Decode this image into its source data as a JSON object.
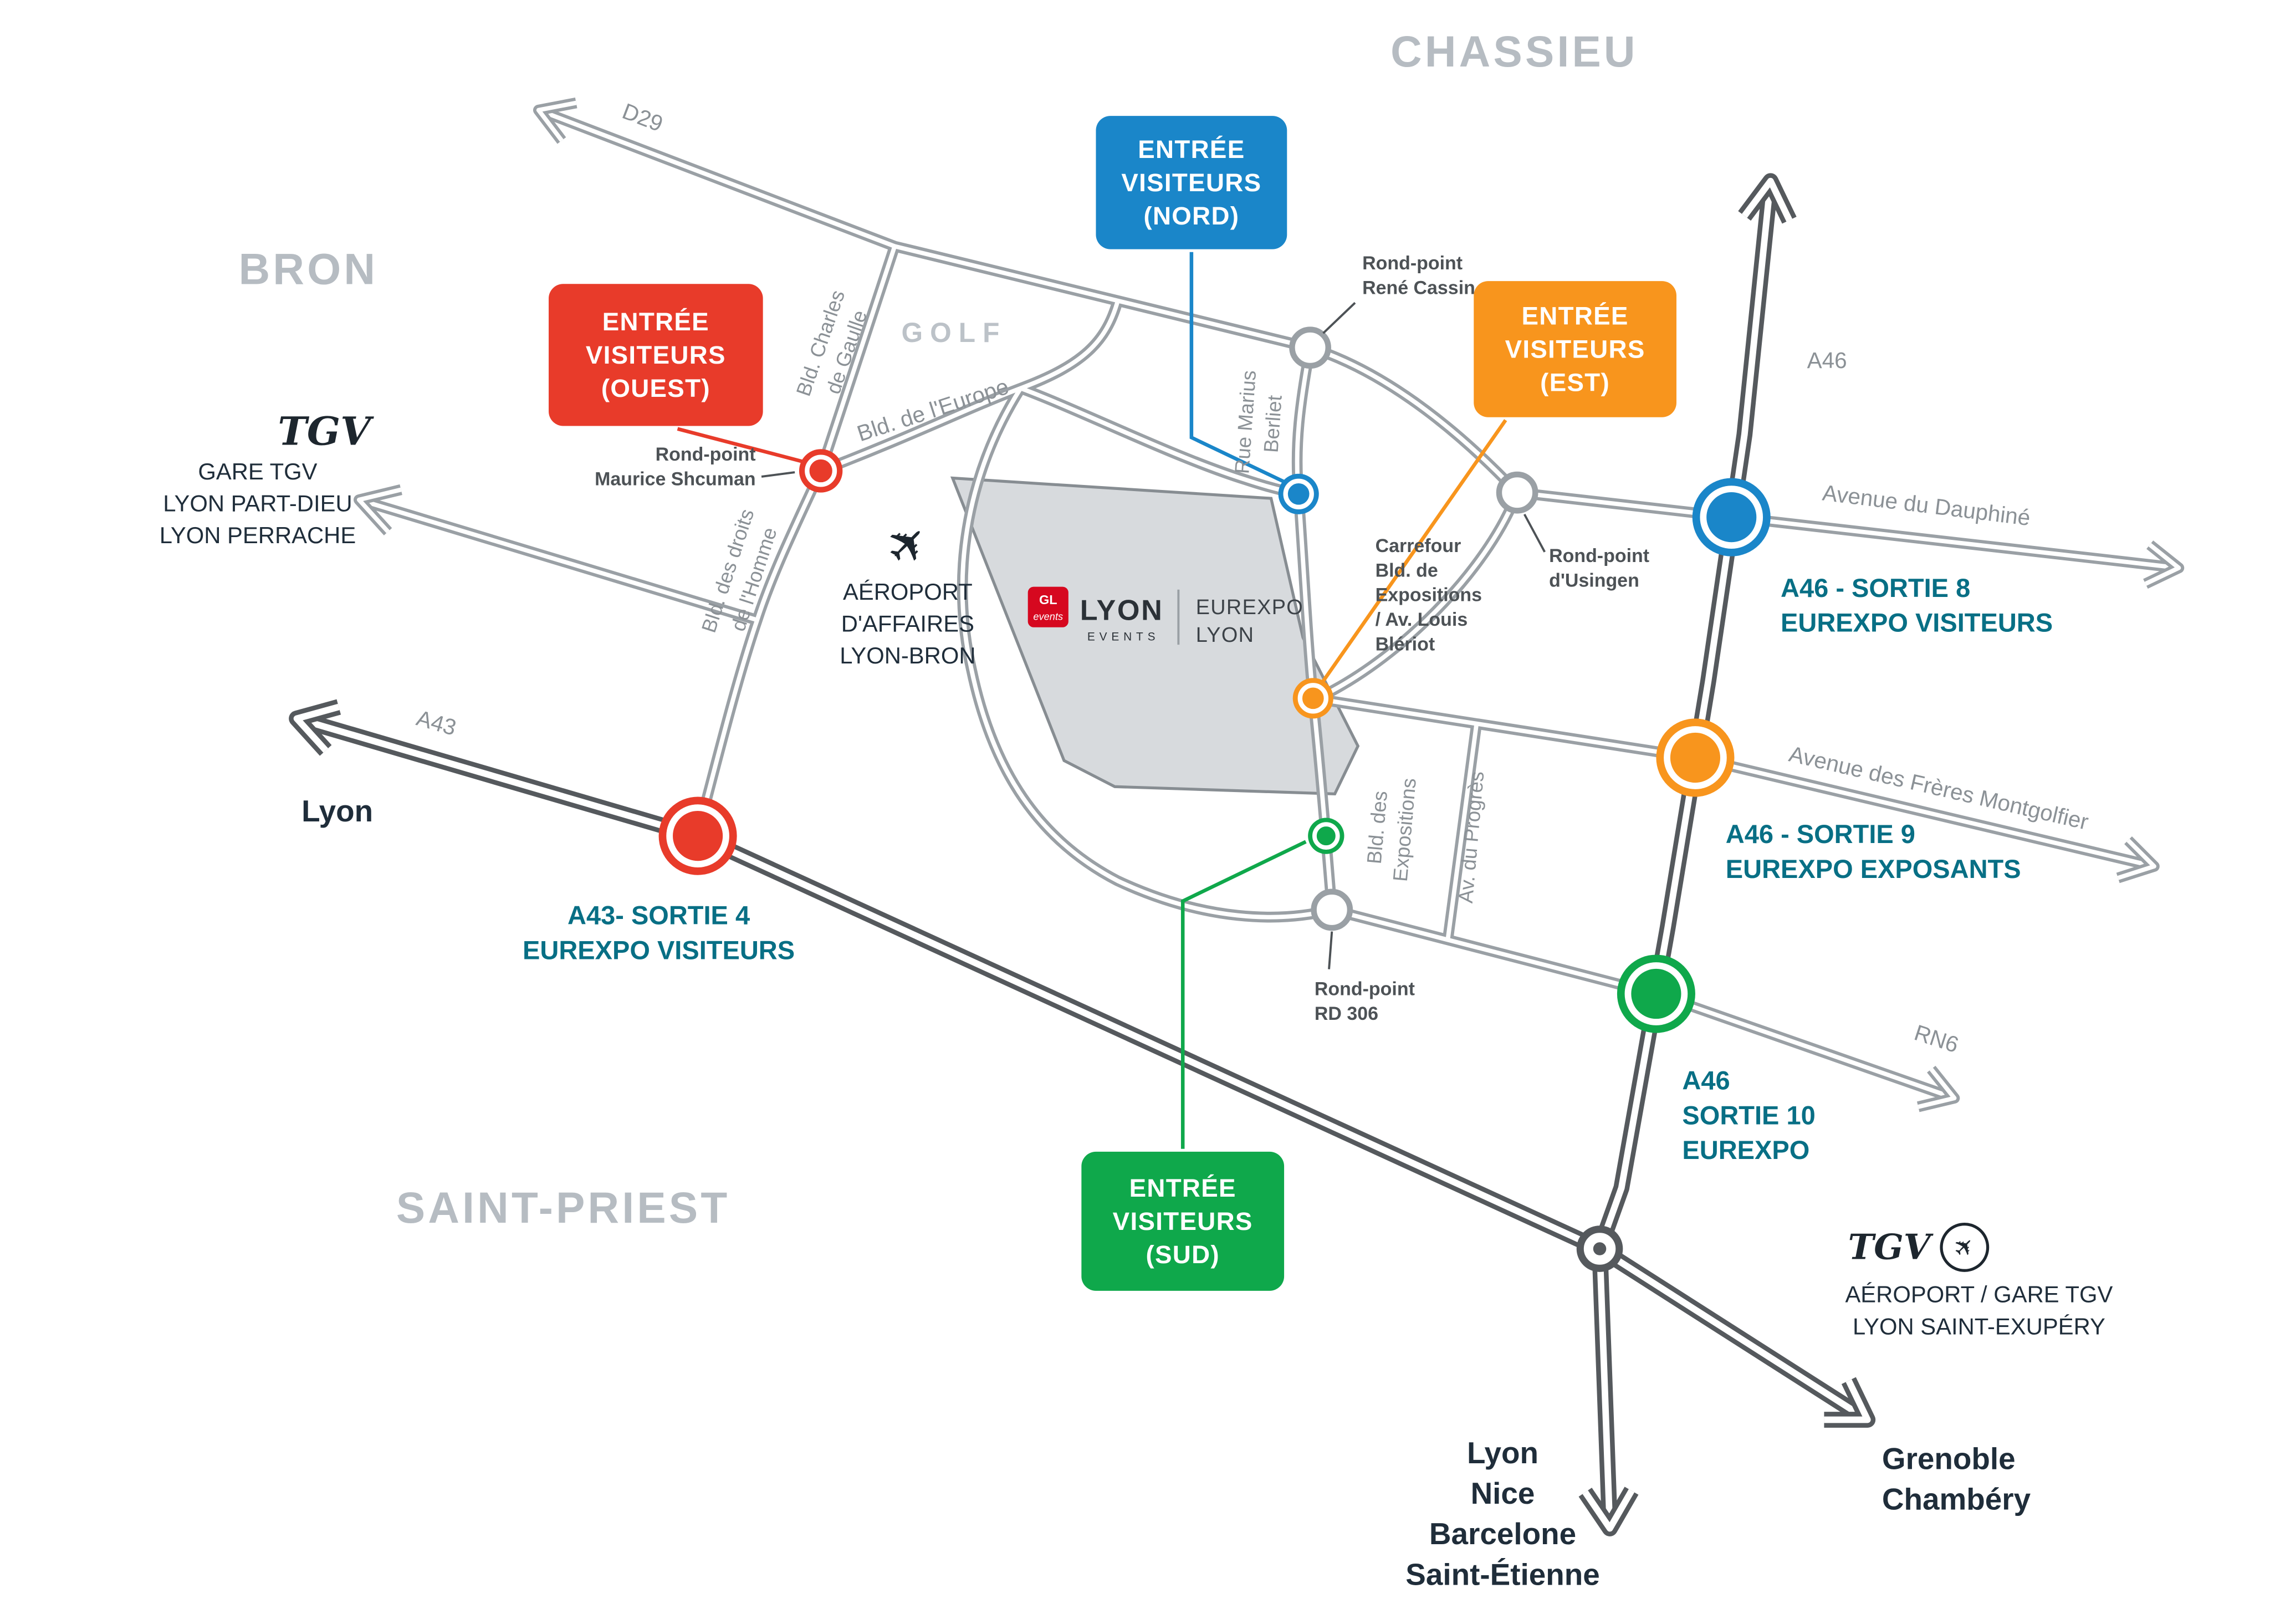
{
  "colors": {
    "entrance_nord": "#1a86c9",
    "entrance_ouest": "#e83b2a",
    "entrance_est": "#f8951d",
    "entrance_sud": "#0fa84b",
    "exit_label": "#086f85",
    "highway": "#55595d",
    "road": "#9aa0a5",
    "city_label": "#b6bcc2",
    "site_fill": "#d7dadd"
  },
  "cities": {
    "chassieu": "CHASSIEU",
    "bron": "BRON",
    "saint_priest": "SAINT-PRIEST",
    "golf": "GOLF"
  },
  "entrances": {
    "nord": {
      "l1": "ENTRÉE",
      "l2": "VISITEURS",
      "l3": "(NORD)"
    },
    "ouest": {
      "l1": "ENTRÉE",
      "l2": "VISITEURS",
      "l3": "(OUEST)"
    },
    "est": {
      "l1": "ENTRÉE",
      "l2": "VISITEURS",
      "l3": "(EST)"
    },
    "sud": {
      "l1": "ENTRÉE",
      "l2": "VISITEURS",
      "l3": "(SUD)"
    }
  },
  "exits": {
    "sortie8": {
      "l1": "A46 - SORTIE 8",
      "l2": "EUREXPO VISITEURS"
    },
    "sortie9": {
      "l1": "A46 - SORTIE 9",
      "l2": "EUREXPO EXPOSANTS"
    },
    "sortie10": {
      "l1": "A46",
      "l2": "SORTIE 10",
      "l3": "EUREXPO"
    },
    "sortie4": {
      "l1": "A43- SORTIE 4",
      "l2": "EUREXPO VISITEURS"
    }
  },
  "roads": {
    "d29": "D29",
    "a46": "A46",
    "a43": "A43",
    "rn6": "RN6",
    "dauphine": "Avenue du Dauphiné",
    "montgolfier": "Avenue des Frères Montgolfier",
    "europe": "Bld. de l'Europe",
    "gaulle_l1": "Bld. Charles",
    "gaulle_l2": "de Gaulle",
    "droits_l1": "Bld. des droits",
    "droits_l2": "de l'Homme",
    "berliet_l1": "Rue Marius",
    "berliet_l2": "Berliet",
    "expositions_l1": "Bld. des",
    "expositions_l2": "Expositions",
    "progres": "Av. du Progrès"
  },
  "junctions": {
    "cassin_l1": "Rond-point",
    "cassin_l2": "René Cassin",
    "schuman_l1": "Rond-point",
    "schuman_l2": "Maurice Shcuman",
    "usingen_l1": "Rond-point",
    "usingen_l2": "d'Usingen",
    "rd306_l1": "Rond-point",
    "rd306_l2": "RD 306",
    "carrefour": [
      "Carrefour",
      "Bld. de",
      "Expositions",
      "/ Av. Louis",
      "Blériot"
    ]
  },
  "transport": {
    "tgv_logo": "TGV",
    "gare_tgv": [
      "GARE TGV",
      "LYON PART-DIEU",
      "LYON PERRACHE"
    ],
    "aeroport_bron": [
      "AÉROPORT",
      "D'AFFAIRES",
      "LYON-BRON"
    ],
    "plane_icon": "✈",
    "exupery_l1": "AÉROPORT / GARE TGV",
    "exupery_l2": "LYON SAINT-EXUPÉRY"
  },
  "destinations": {
    "lyon_west": "Lyon",
    "south": [
      "Lyon",
      "Nice",
      "Barcelone",
      "Saint-Étienne"
    ],
    "southeast": [
      "Grenoble",
      "Chambéry"
    ]
  },
  "venue": {
    "logo_square_top": "GL",
    "logo_square_bottom": "events",
    "logo_name": "LYON",
    "logo_name_sub": "EVENTS",
    "site_l1": "EUREXPO",
    "site_l2": "LYON"
  }
}
